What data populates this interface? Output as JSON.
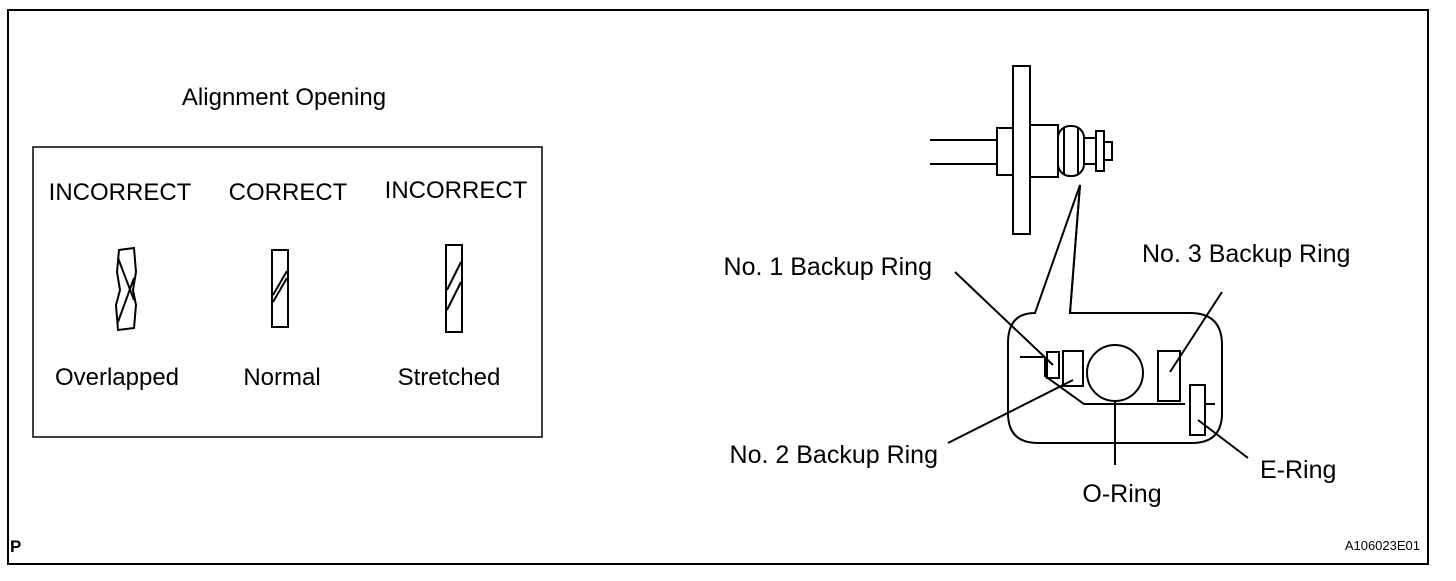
{
  "alignment": {
    "title": "Alignment Opening",
    "columns": [
      {
        "status": "INCORRECT",
        "caption": "Overlapped"
      },
      {
        "status": "CORRECT",
        "caption": "Normal"
      },
      {
        "status": "INCORRECT",
        "caption": "Stretched"
      }
    ]
  },
  "injector": {
    "labels": {
      "no1": "No. 1 Backup Ring",
      "no2": "No. 2 Backup Ring",
      "no3": "No. 3 Backup Ring",
      "oring": "O-Ring",
      "ering": "E-Ring"
    }
  },
  "footer": {
    "corner_mark": "P",
    "figure_id": "A106023E01"
  }
}
